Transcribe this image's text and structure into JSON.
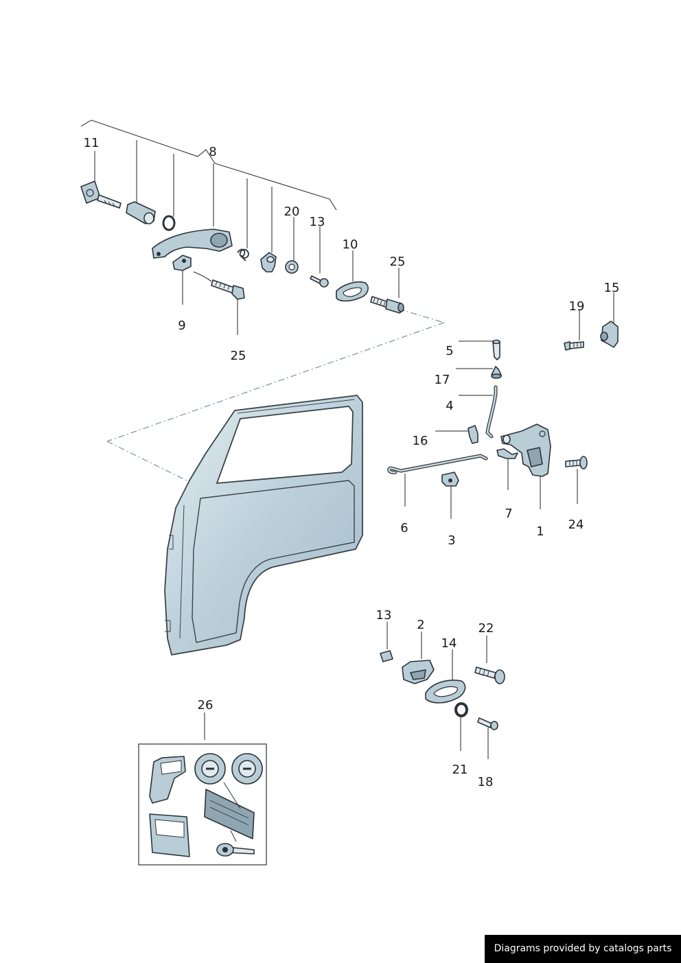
{
  "callouts": [
    "11",
    "8",
    "20",
    "13",
    "10",
    "25",
    "9",
    "25",
    "15",
    "19",
    "5",
    "17",
    "4",
    "16",
    "6",
    "3",
    "7",
    "1",
    "24",
    "13",
    "2",
    "22",
    "14",
    "21",
    "18",
    "26"
  ],
  "credit": "Diagrams provided by catalogs parts",
  "colors": {
    "part_fill": "#b9cdd7",
    "outline": "#2b3238",
    "door_fill": "#bfd3dc",
    "leader": "#222222"
  }
}
